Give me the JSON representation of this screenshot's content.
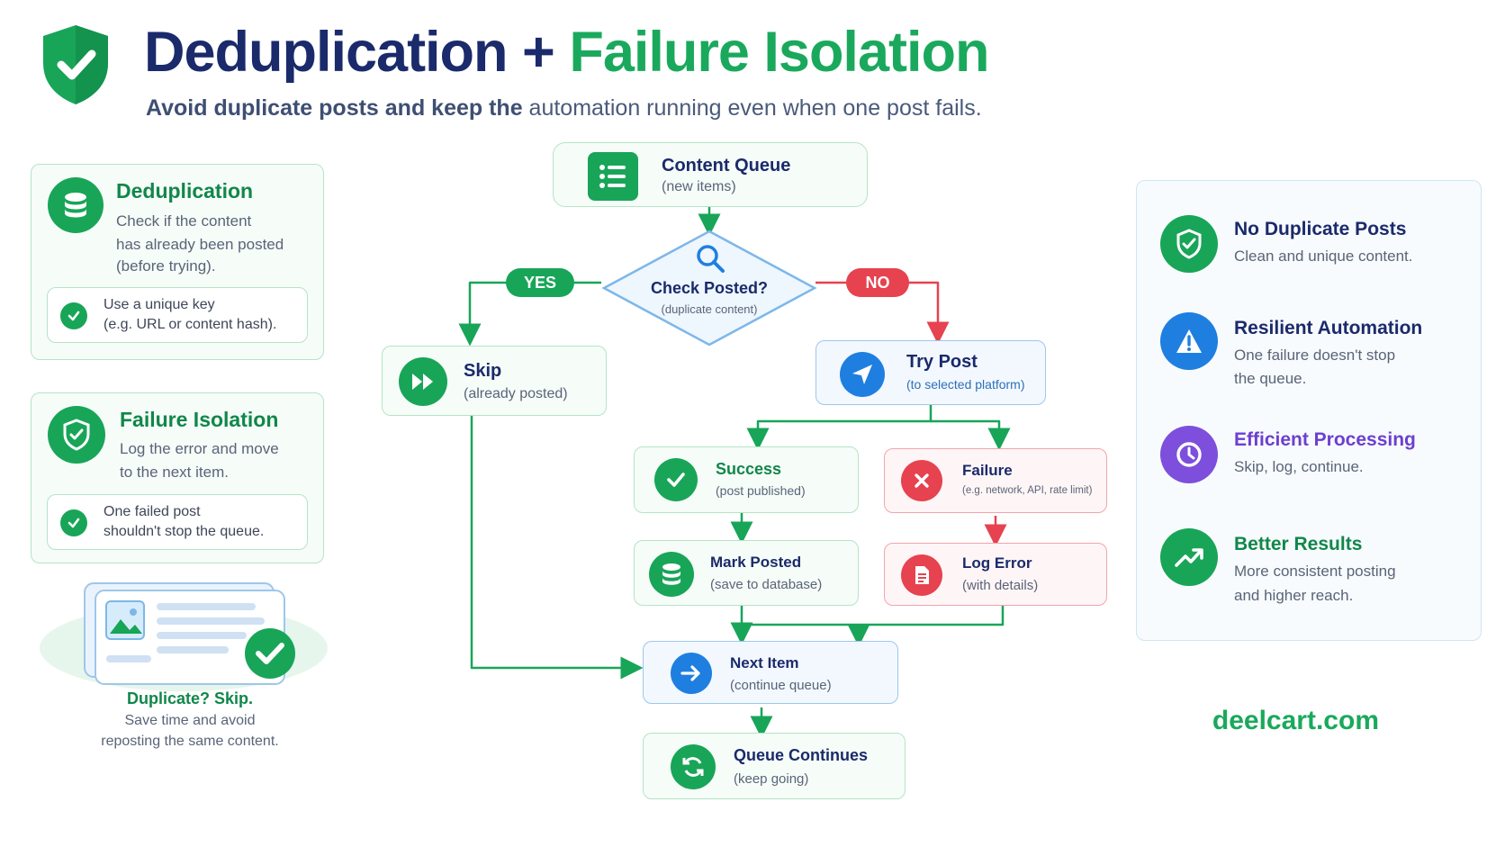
{
  "header": {
    "title_part1": "Deduplication",
    "title_sep": "+",
    "title_part2": "Failure Isolation",
    "subtitle_bold": "Avoid duplicate posts and keep the",
    "subtitle_rest": "automation running even when one post fails."
  },
  "left": {
    "dedup": {
      "title": "Deduplication",
      "desc1": "Check if the content",
      "desc2": "has already been posted",
      "desc3": "(before trying).",
      "tip1": "Use a unique key",
      "tip2": "(e.g. URL or content hash)."
    },
    "failure": {
      "title": "Failure Isolation",
      "desc1": "Log the error and move",
      "desc2": "to the next item.",
      "tip1": "One failed post",
      "tip2": "shouldn't stop the queue."
    },
    "illustration": {
      "title": "Duplicate? Skip.",
      "desc1": "Save time and avoid",
      "desc2": "reposting the same content."
    }
  },
  "flow": {
    "queue": {
      "title": "Content Queue",
      "sub": "(new items)"
    },
    "check": {
      "title": "Check Posted?",
      "sub": "(duplicate content)"
    },
    "yes_label": "YES",
    "no_label": "NO",
    "skip": {
      "title": "Skip",
      "sub": "(already posted)"
    },
    "try": {
      "title": "Try Post",
      "sub": "(to selected platform)"
    },
    "success": {
      "title": "Success",
      "sub": "(post published)"
    },
    "failure": {
      "title": "Failure",
      "sub": "(e.g. network, API, rate limit)"
    },
    "mark": {
      "title": "Mark Posted",
      "sub": "(save to database)"
    },
    "log": {
      "title": "Log Error",
      "sub": "(with details)"
    },
    "next": {
      "title": "Next Item",
      "sub": "(continue queue)"
    },
    "continues": {
      "title": "Queue Continues",
      "sub": "(keep going)"
    }
  },
  "benefits": [
    {
      "title": "No Duplicate Posts",
      "line1": "Clean and unique content.",
      "line2": "",
      "icon": "shield-check-icon"
    },
    {
      "title": "Resilient Automation",
      "line1": "One failure doesn't stop",
      "line2": "the queue.",
      "icon": "warning-icon"
    },
    {
      "title": "Efficient Processing",
      "line1": "Skip, log, continue.",
      "line2": "",
      "icon": "clock-icon"
    },
    {
      "title": "Better Results",
      "line1": "More consistent posting",
      "line2": "and higher reach.",
      "icon": "trending-up-icon"
    }
  ],
  "brand": "deelcart.com",
  "colors": {
    "green": "#18a558",
    "navy": "#1a2a6b",
    "blue": "#1f7fe0",
    "red": "#e6424f",
    "purple": "#7d4fdc"
  }
}
